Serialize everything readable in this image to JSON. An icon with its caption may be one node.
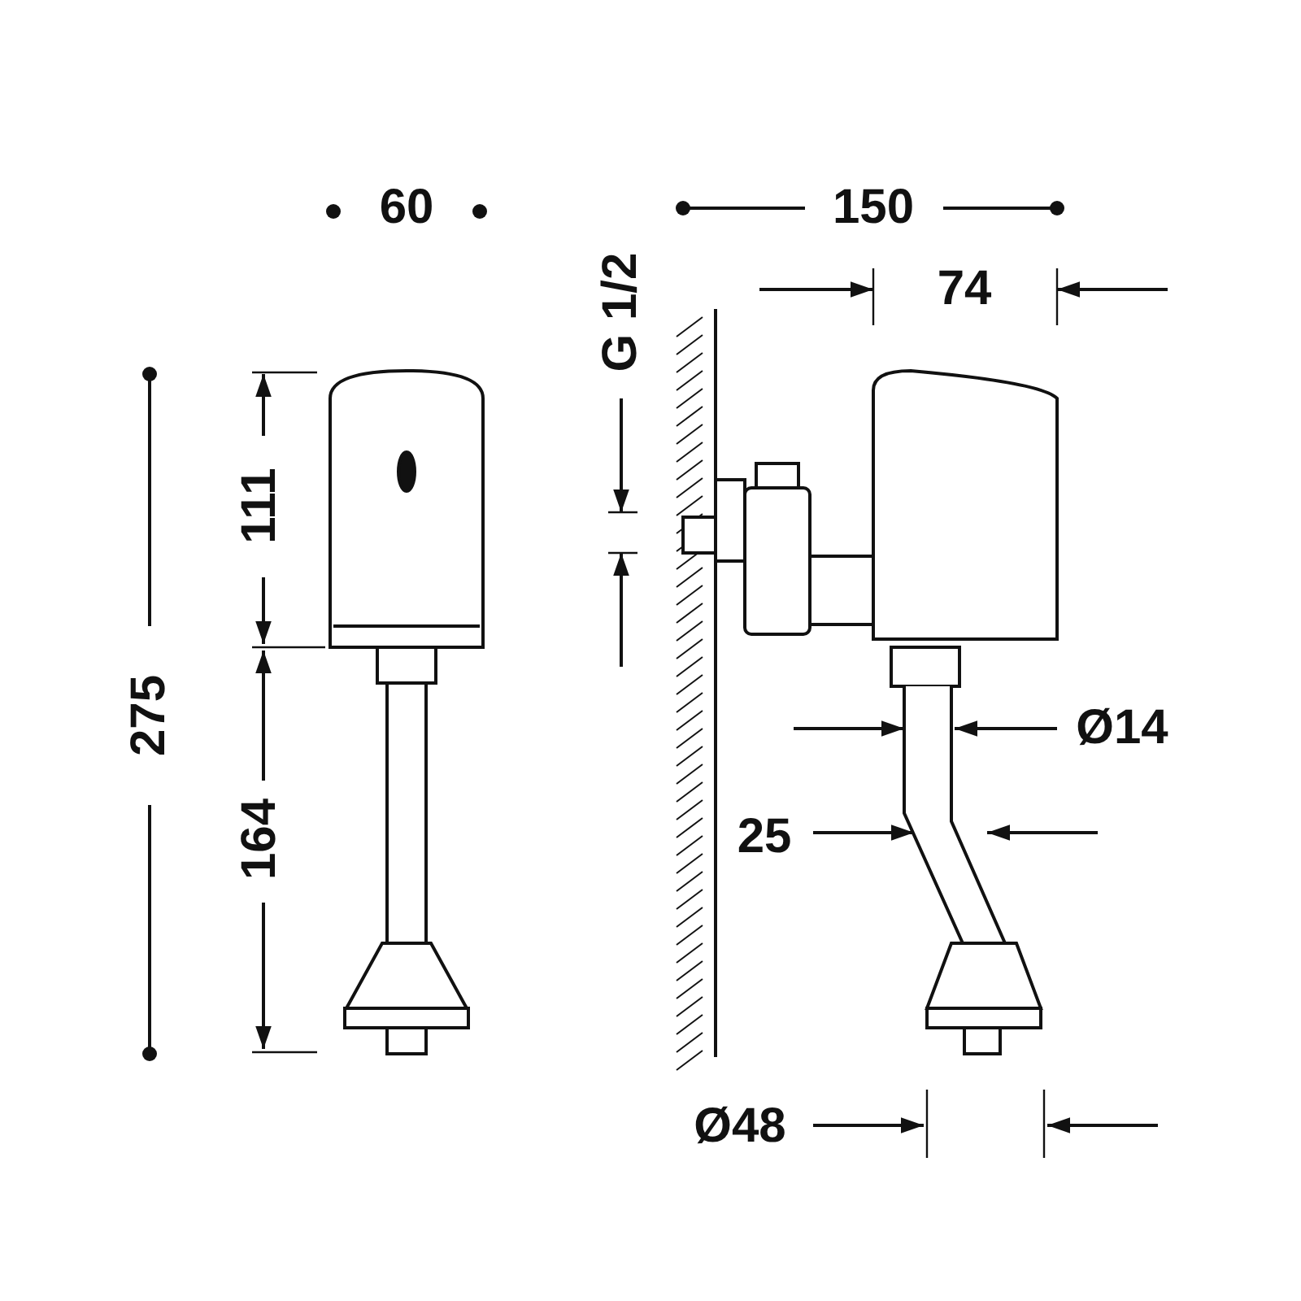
{
  "diagram": {
    "labels": [
      "60",
      "150",
      "74",
      "G 1/2",
      "111",
      "275",
      "164",
      "Ø14",
      "25",
      "Ø48"
    ]
  }
}
